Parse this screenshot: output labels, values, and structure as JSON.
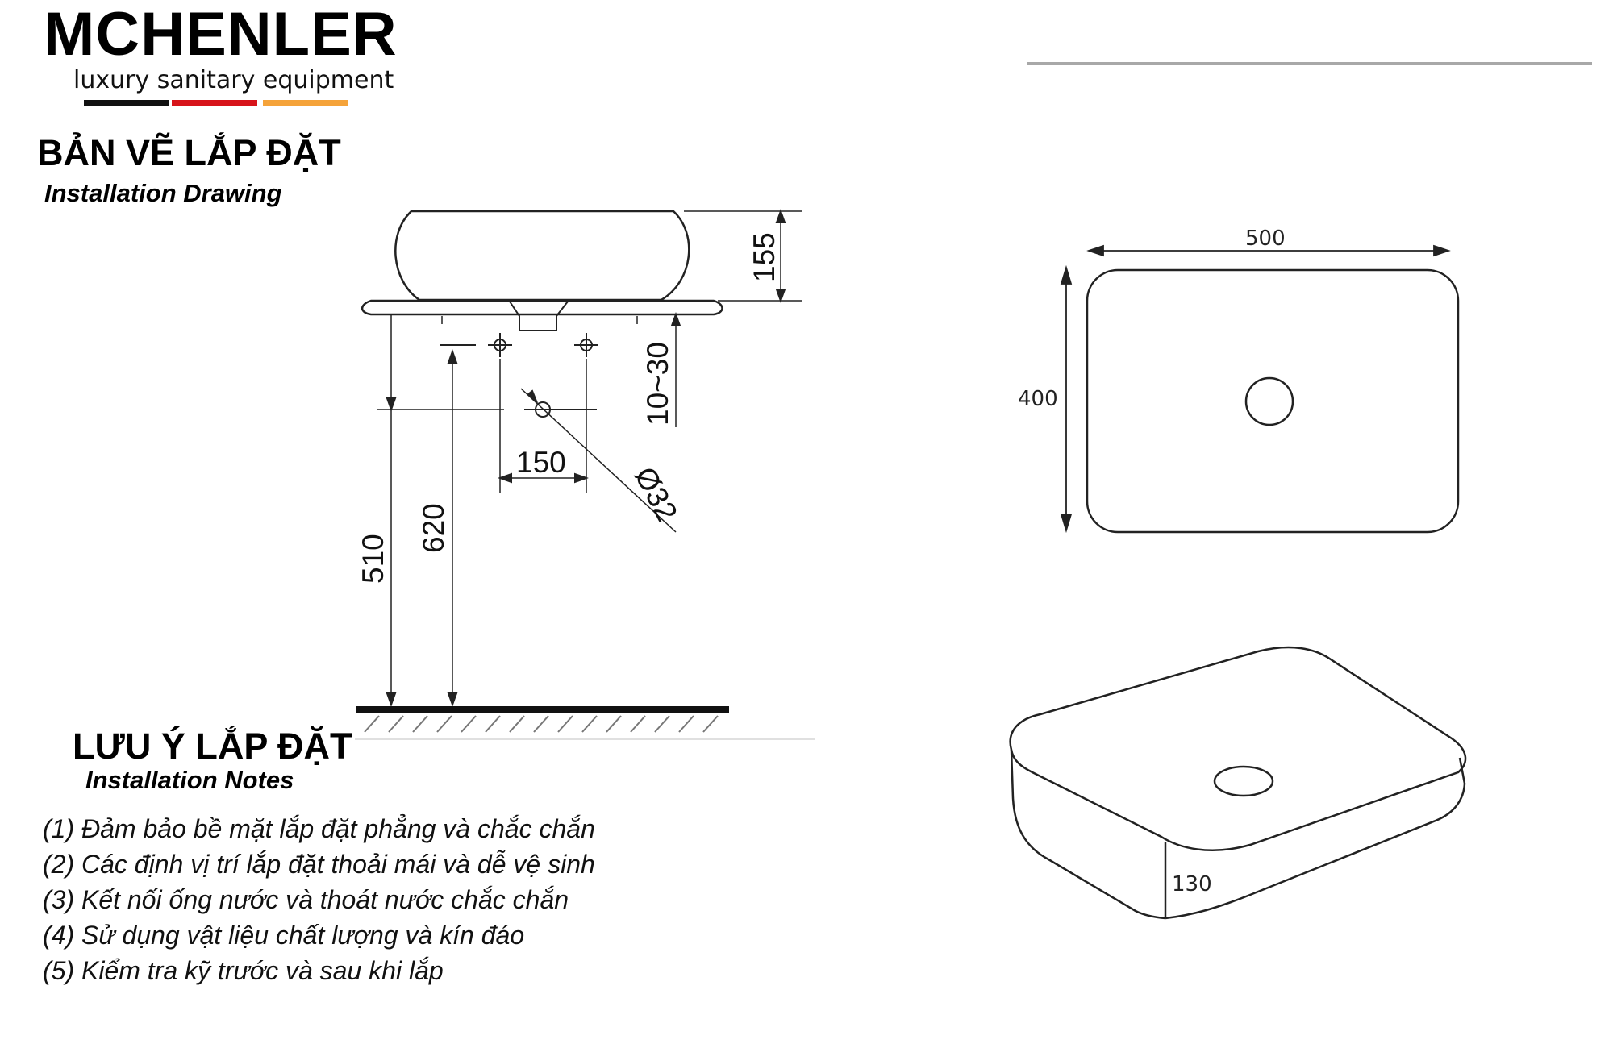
{
  "brand": {
    "name": "MCHENLER",
    "tagline": "luxury sanitary equipment",
    "stripe_colors": [
      "#111111",
      "#d7141a",
      "#f5a33a"
    ]
  },
  "drawing_heading": {
    "title": "BẢN VẼ LẮP ĐẶT",
    "subtitle": "Installation Drawing"
  },
  "notes_heading": {
    "title": "LƯU Ý LẮP ĐẶT",
    "subtitle": "Installation Notes"
  },
  "notes": [
    "(1) Đảm bảo bề mặt lắp đặt phẳng và chắc chắn",
    "(2) Các định vị trí lắp đặt thoải mái và dễ vệ sinh",
    "(3) Kết nối ống nước và thoát nước chắc chắn",
    "(4) Sử dụng vật liệu chất lượng và kín đáo",
    "(5) Kiểm tra kỹ trước và sau khi lắp"
  ],
  "side_view": {
    "basin_height": "155",
    "clearance": "10~30",
    "tap_spacing": "150",
    "drain_diameter": "Ø32",
    "height_510": "510",
    "height_620": "620"
  },
  "top_view": {
    "width": "500",
    "depth": "400"
  },
  "perspective_view": {
    "height": "130"
  }
}
